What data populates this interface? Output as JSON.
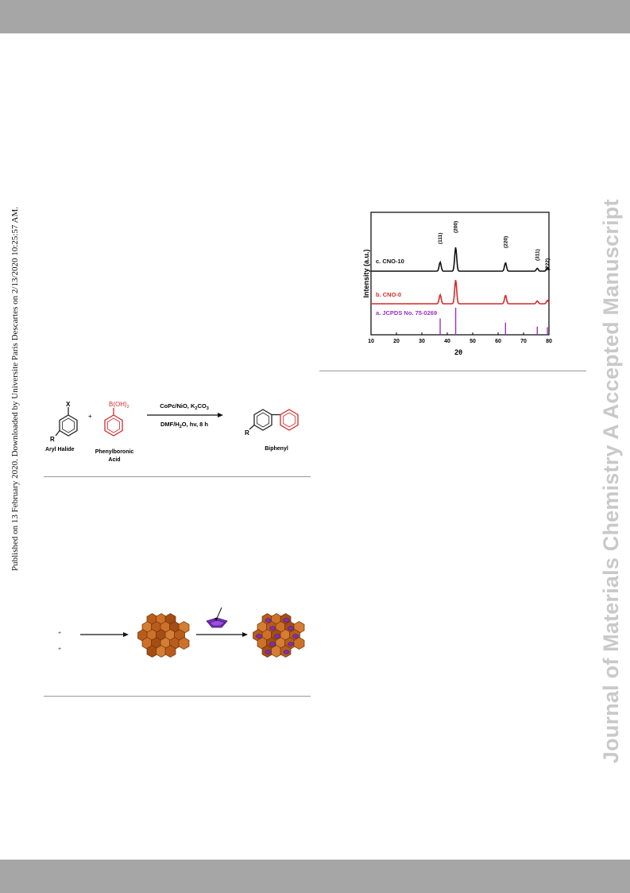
{
  "side_note": "Published on 13 February 2020. Downloaded by Universite Paris Descartes on 2/13/2020 10:25:57 AM.",
  "watermark": "Journal of Materials Chemistry A Accepted Manuscript",
  "xrd_figure": {
    "chart_data": {
      "type": "line",
      "xlabel": "2θ",
      "ylabel": "Intensity (a.u.)",
      "xlim": [
        10,
        80
      ],
      "x_ticks": [
        "10",
        "20",
        "30",
        "40",
        "50",
        "60",
        "70",
        "80"
      ],
      "series": [
        {
          "name": "c. CNO-10",
          "color": "#111111",
          "peaks": [
            37.2,
            43.3,
            62.9,
            75.4,
            79.4
          ]
        },
        {
          "name": "b. CNO-0",
          "color": "#d42a2a",
          "peaks": [
            37.2,
            43.3,
            62.9,
            75.4,
            79.4
          ]
        },
        {
          "name": "a. JCPDS No. 75-0269",
          "color": "#9b30c8",
          "sticks": [
            [
              37.2,
              0.6
            ],
            [
              43.3,
              1.0
            ],
            [
              62.9,
              0.45
            ],
            [
              75.4,
              0.3
            ],
            [
              79.4,
              0.28
            ]
          ]
        }
      ],
      "peak_labels": [
        {
          "x": 37.2,
          "text": "(111)"
        },
        {
          "x": 43.3,
          "text": "(200)"
        },
        {
          "x": 62.9,
          "text": "(220)"
        },
        {
          "x": 75.4,
          "text": "(311)"
        },
        {
          "x": 79.4,
          "text": "(222)"
        }
      ]
    }
  },
  "reaction_scheme": {
    "reactant1_x": "X",
    "reactant1_r": "R",
    "reactant1_name": "Aryl Halide",
    "plus": "+",
    "reactant2_group": "B(OH)",
    "reactant2_sub": "2",
    "reactant2_name_line1": "Phenylboronic",
    "reactant2_name_line2": "Acid",
    "conditions_line1_a": "CoPc/NiO, K",
    "conditions_line1_sub": "2",
    "conditions_line1_b": "CO",
    "conditions_line1_sub2": "3",
    "conditions_line2_a": "DMF/H",
    "conditions_line2_sub": "2",
    "conditions_line2_b": "O, hv, 8 h",
    "product_r": "R",
    "product_name": "Biphenyl"
  },
  "synthesis_scheme": {
    "bullet1": "+",
    "bullet2": "+"
  }
}
